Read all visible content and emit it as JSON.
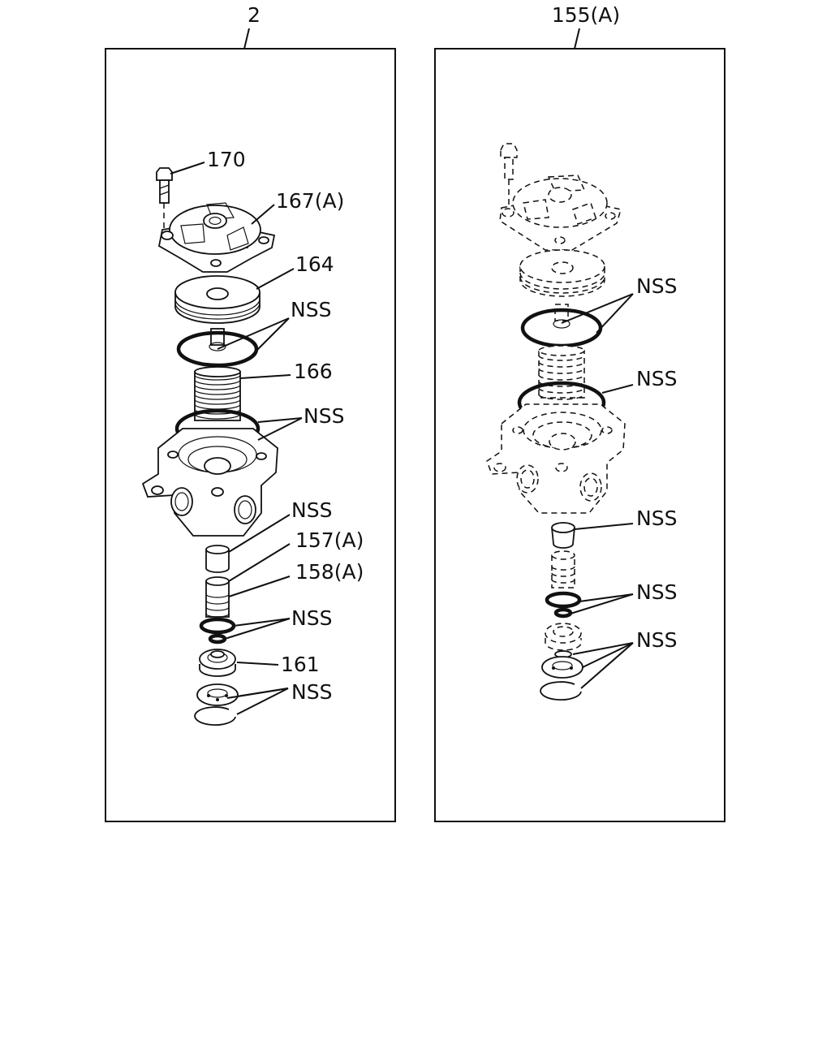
{
  "panels": [
    {
      "id": "left",
      "title": "2",
      "callouts": [
        "170",
        "167(A)",
        "164",
        "NSS",
        "166",
        "NSS",
        "NSS",
        "157(A)",
        "158(A)",
        "NSS",
        "161",
        "NSS"
      ]
    },
    {
      "id": "right",
      "title": "155(A)",
      "callouts": [
        "NSS",
        "NSS",
        "NSS",
        "NSS",
        "NSS"
      ]
    }
  ]
}
